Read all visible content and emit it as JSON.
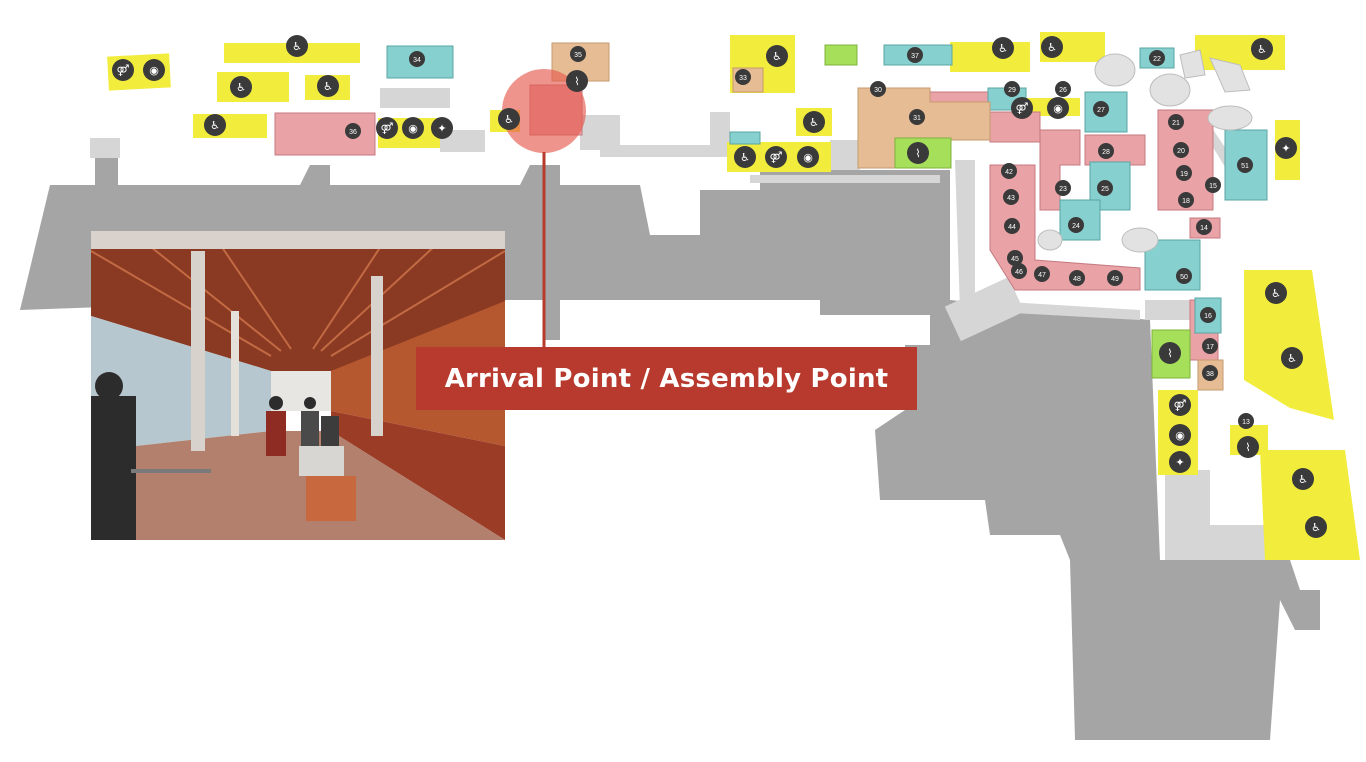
{
  "callout": {
    "label": "Arrival Point / Assembly Point"
  },
  "colors": {
    "accent": "#b8392d",
    "marker": "#e55a4e",
    "building": "#9b9b9b",
    "amenity_yellow": "#f2ec3c",
    "shop_pink": "#e9a2a6",
    "shop_teal": "#86d1cf",
    "shop_tan": "#e6bc94",
    "shop_green": "#a6e05a",
    "walkway": "#d6d6d6",
    "icon_dark": "#3a3a3a"
  },
  "icons": [
    "accessible-icon",
    "restroom-icon",
    "baby-care-icon",
    "prayer-room-icon",
    "smoking-area-icon"
  ],
  "unit_numbers": {
    "north_strip": [
      "34",
      "35",
      "33",
      "37",
      "22",
      "29",
      "26",
      "30",
      "31",
      "27",
      "28",
      "25",
      "23",
      "24",
      "21",
      "20",
      "19",
      "18"
    ],
    "south_loop": [
      "42",
      "43",
      "44",
      "45",
      "46",
      "47",
      "48",
      "49",
      "50",
      "51",
      "14",
      "15",
      "16",
      "17",
      "36",
      "38",
      "13"
    ]
  },
  "photo": {
    "subject": "arrival-hall-corridor-photo"
  }
}
